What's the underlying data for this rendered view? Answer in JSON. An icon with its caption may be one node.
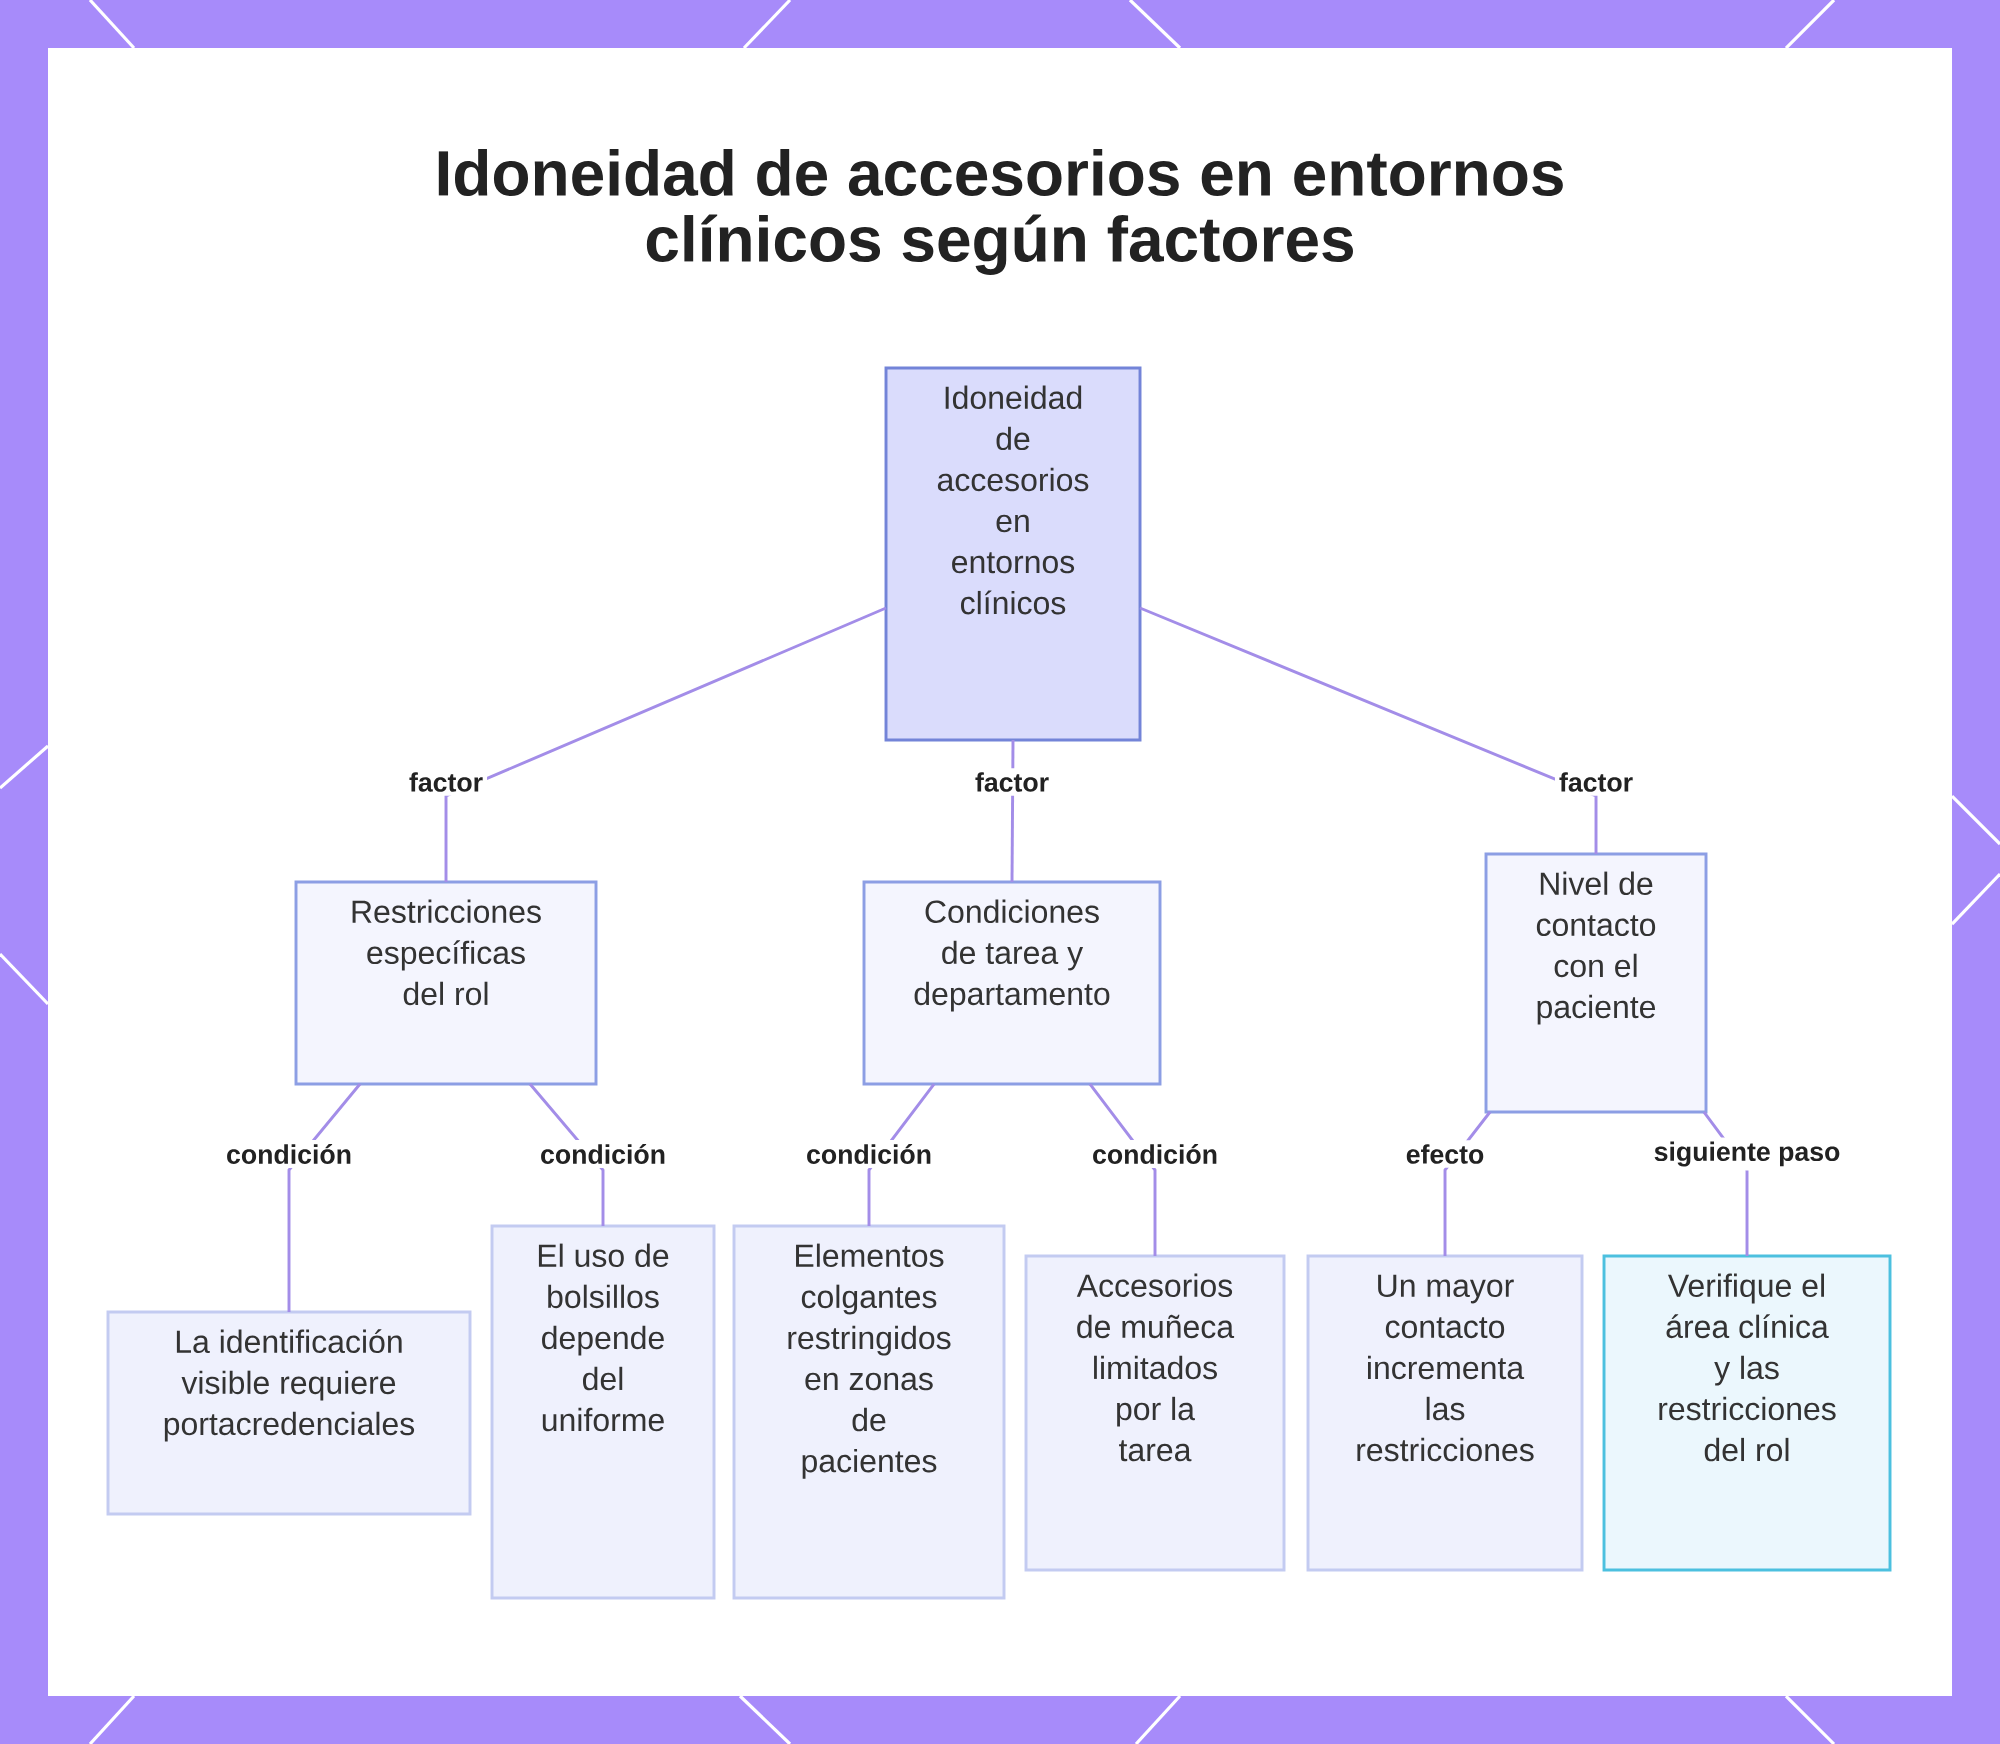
{
  "diagram": {
    "title": "Idoneidad de accesorios en entornos clínicos según factores",
    "nodes": [
      {
        "text": [
          "Idoneidad de accesorios en entornos clínicos"
        ]
      },
      {
        "text": [
          "Restricciones específicas del rol"
        ]
      },
      {
        "text": [
          "Condiciones de tarea y departamento"
        ]
      },
      {
        "text": [
          "Nivel de contacto con el paciente"
        ]
      },
      {
        "text": [
          "La identificación visible requiere portacredenciales"
        ]
      },
      {
        "text": [
          "El uso de bolsillos depende del uniforme"
        ]
      },
      {
        "text": [
          "Elementos colgantes restringidos en zonas de pacientes"
        ]
      },
      {
        "text": [
          "Accesorios de muñeca limitados por la tarea"
        ]
      },
      {
        "text": [
          "Un mayor contacto incrementa las restricciones"
        ]
      },
      {
        "text": [
          "Verifique el área clínica y las restricciones del rol"
        ]
      }
    ],
    "edges": [
      {
        "from": 0,
        "to": 1,
        "arrow": "none",
        "label": "factor"
      },
      {
        "from": 0,
        "to": 2,
        "arrow": "none",
        "label": "factor"
      },
      {
        "from": 0,
        "to": 3,
        "arrow": "none",
        "label": "factor"
      },
      {
        "from": 1,
        "to": 4,
        "arrow": "none",
        "label": "condición"
      },
      {
        "from": 1,
        "to": 5,
        "arrow": "none",
        "label": "condición"
      },
      {
        "from": 2,
        "to": 6,
        "arrow": "none",
        "label": "condición"
      },
      {
        "from": 2,
        "to": 7,
        "arrow": "none",
        "label": "condición"
      },
      {
        "from": 3,
        "to": 8,
        "arrow": "none",
        "label": "efecto"
      },
      {
        "from": 3,
        "to": 9,
        "arrow": "none",
        "label": "siguiente paso"
      }
    ]
  }
}
